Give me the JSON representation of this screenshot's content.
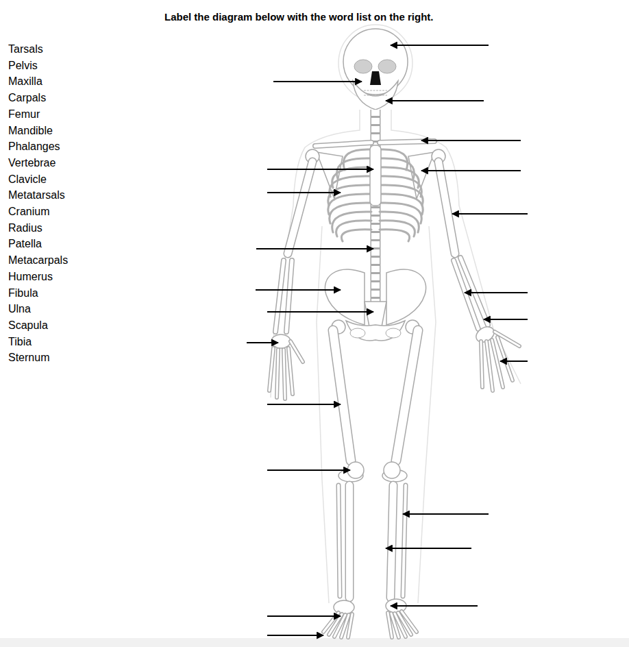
{
  "diagram": {
    "title": "Label the diagram below with the word list on the right.",
    "labels": [
      "Tarsals",
      "Pelvis",
      "Maxilla",
      "Carpals",
      "Femur",
      "Mandible",
      "Phalanges",
      "Vertebrae",
      "Clavicle",
      "Metatarsals",
      "Cranium",
      "Radius",
      "Patella",
      "Metacarpals",
      "Humerus",
      "Fibula",
      "Ulna",
      "Scapula",
      "Tibia",
      "Sternum"
    ]
  }
}
